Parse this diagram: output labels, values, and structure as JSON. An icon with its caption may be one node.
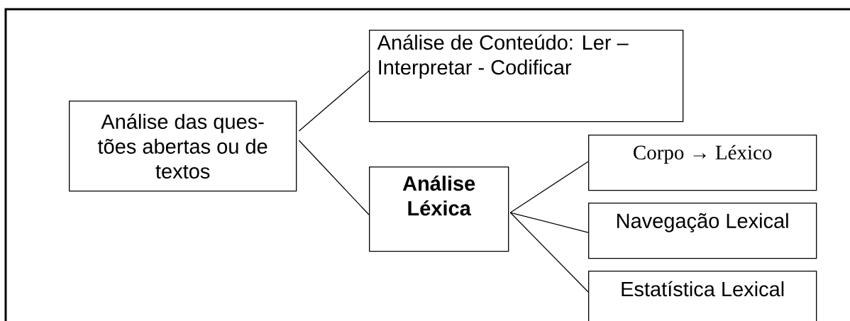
{
  "diagram": {
    "nodes": [
      {
        "text": [
          "Análise das ques- tões abertas ou de textos"
        ]
      },
      {
        "text": [
          "Análise de Conteúdo: Ler – Interpretar - Codificar"
        ]
      },
      {
        "text": [
          "Análise Léxica"
        ]
      },
      {
        "text": [
          "Corpo → Léxico"
        ]
      },
      {
        "text": [
          "Navegação Lexical"
        ]
      },
      {
        "text": [
          "Estatística Lexical"
        ]
      }
    ],
    "edges": [
      {
        "from": 0,
        "to": 1,
        "arrow": "none"
      },
      {
        "from": 0,
        "to": 2,
        "arrow": "none"
      },
      {
        "from": 2,
        "to": 3,
        "arrow": "none"
      },
      {
        "from": 2,
        "to": 4,
        "arrow": "none"
      },
      {
        "from": 2,
        "to": 5,
        "arrow": "none"
      }
    ]
  }
}
